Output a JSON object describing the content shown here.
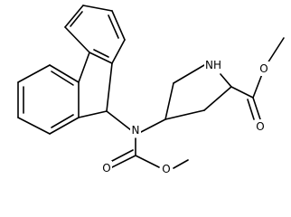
{
  "structure": {
    "atom_labels": {
      "n_amine": "N",
      "nh_ring": "NH",
      "o_carbamate_carbonyl": "O",
      "o_carbamate_ester": "O",
      "o_ester_carbonyl": "O",
      "o_ester_methoxy": "O"
    }
  }
}
